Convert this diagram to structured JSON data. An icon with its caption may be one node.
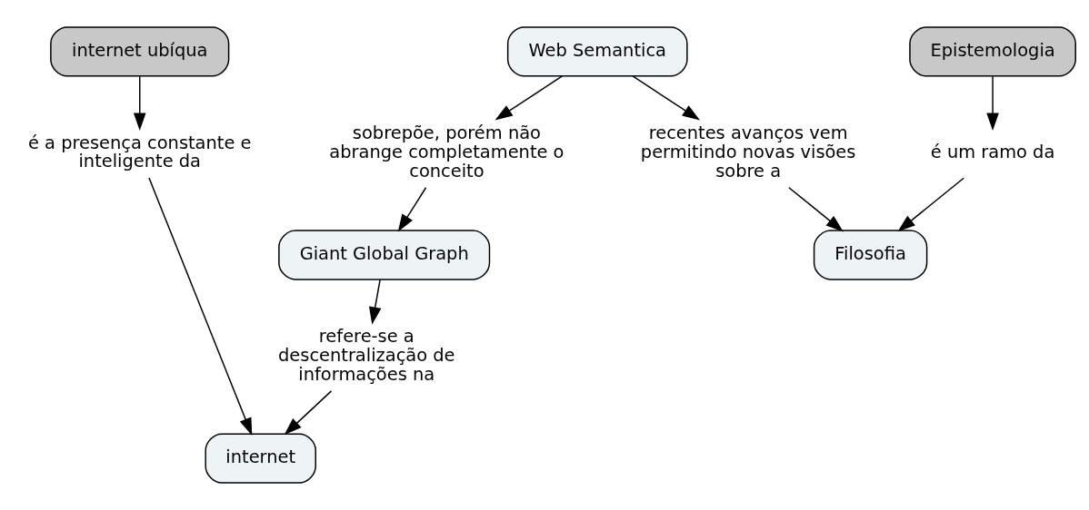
{
  "diagram": {
    "nodes": [
      {
        "text": [
          "internet ubíqua"
        ]
      },
      {
        "text": [
          "Web Semantica"
        ]
      },
      {
        "text": [
          "Epistemologia"
        ]
      },
      {
        "text": [
          "é a presença constante e inteligente da"
        ]
      },
      {
        "text": [
          "sobrepõe, porém não abrange completamente o conceito"
        ]
      },
      {
        "text": [
          "recentes avanços vem permitindo novas visões sobre a"
        ]
      },
      {
        "text": [
          "é um ramo da"
        ]
      },
      {
        "text": [
          "Giant Global Graph"
        ]
      },
      {
        "text": [
          "refere-se a descentralização de informações na"
        ]
      },
      {
        "text": [
          "Filosofia"
        ]
      },
      {
        "text": [
          "internet"
        ]
      }
    ],
    "edges": [
      {
        "from": 0,
        "to": 3,
        "arrow": "to"
      },
      {
        "from": 3,
        "to": 10,
        "arrow": "to"
      },
      {
        "from": 1,
        "to": 4,
        "arrow": "to"
      },
      {
        "from": 4,
        "to": 7,
        "arrow": "to"
      },
      {
        "from": 1,
        "to": 5,
        "arrow": "to"
      },
      {
        "from": 5,
        "to": 9,
        "arrow": "to"
      },
      {
        "from": 2,
        "to": 6,
        "arrow": "to"
      },
      {
        "from": 6,
        "to": 9,
        "arrow": "to"
      },
      {
        "from": 7,
        "to": 8,
        "arrow": "to"
      },
      {
        "from": 8,
        "to": 10,
        "arrow": "to"
      }
    ]
  }
}
